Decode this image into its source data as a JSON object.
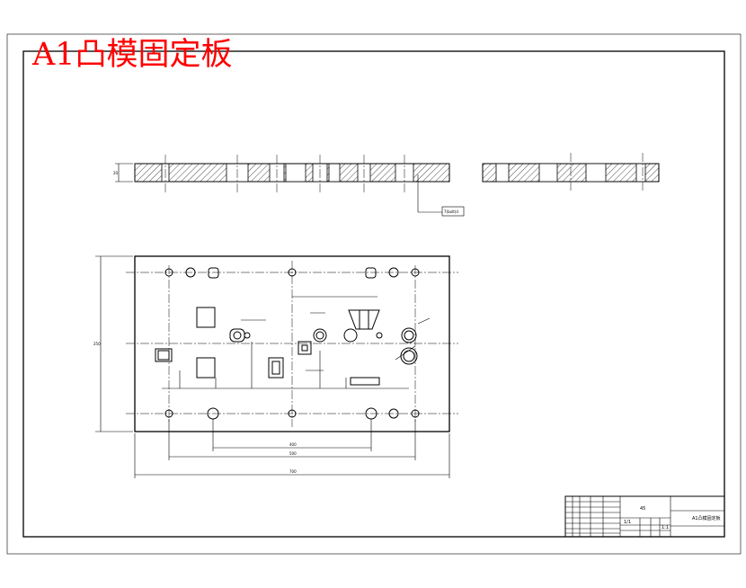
{
  "title": "A1凸模固定板",
  "dimensions": {
    "top_depth": "20",
    "front_height": "250",
    "bottom_inner": "400",
    "bottom_mid": "500",
    "bottom_overall": "700",
    "callout": "7(bolt)d"
  },
  "title_block": {
    "material": "45",
    "drawing_no": "A1凸模固定板",
    "scale": "1:1",
    "sheet": "1/1"
  },
  "colors": {
    "title": "#ff0000",
    "line": "#000000",
    "background": "#ffffff"
  }
}
